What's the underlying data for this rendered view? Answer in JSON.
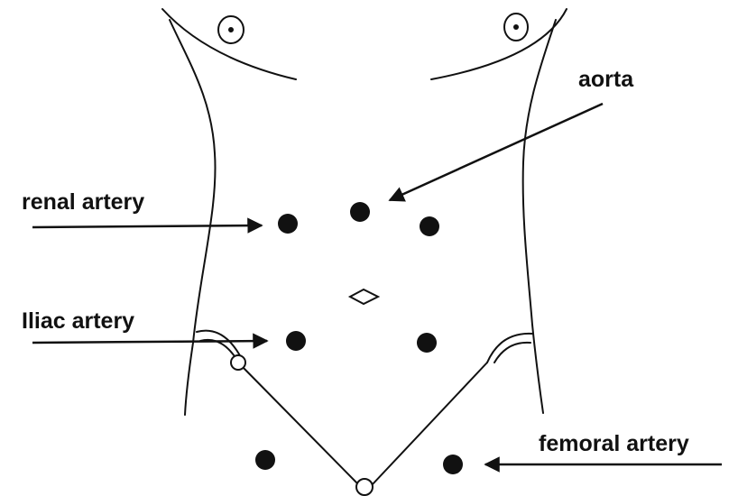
{
  "labels": {
    "aorta": "aorta",
    "renal_artery": "renal artery",
    "iliac_artery": "Iliac artery",
    "femoral_artery": "femoral artery"
  },
  "colors": {
    "ink": "#111111",
    "background": "#ffffff"
  }
}
